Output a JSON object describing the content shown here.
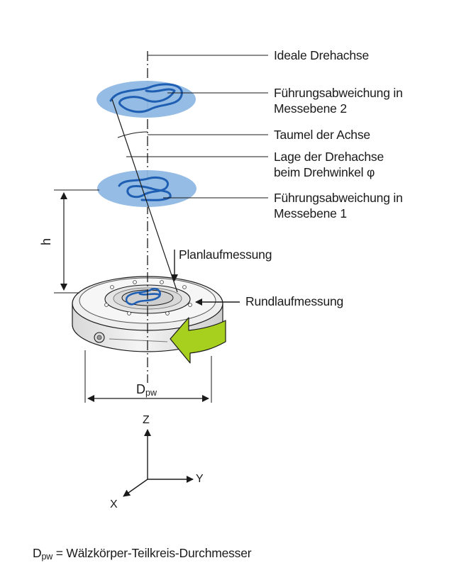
{
  "labels": {
    "ideal_axis": "Ideale Drehachse",
    "deviation_plane2_line1": "Führungsabweichung in",
    "deviation_plane2_line2": "Messebene 2",
    "wobble": "Taumel der Achse",
    "axis_position_line1": "Lage der Drehachse",
    "axis_position_line2": "beim Drehwinkel φ",
    "deviation_plane1_line1": "Führungsabweichung in",
    "deviation_plane1_line2": "Messebene 1",
    "face_runout": "Planlaufmessung",
    "radial_runout": "Rundlaufmessung"
  },
  "dimensions": {
    "height": "h",
    "diameter_main": "D",
    "diameter_sub": "pw"
  },
  "axes": {
    "z": "Z",
    "y": "Y",
    "x": "X"
  },
  "footnote": {
    "symbol_main": "D",
    "symbol_sub": "pw",
    "text": " = Wälzkörper-Teilkreis-Durchmesser"
  },
  "colors": {
    "plane_fill": "#8fb8e3",
    "trace": "#1f5fb3",
    "arrow_green": "#a6cf1e",
    "bearing_body": "#ececec",
    "outline": "#1a1a1a"
  }
}
